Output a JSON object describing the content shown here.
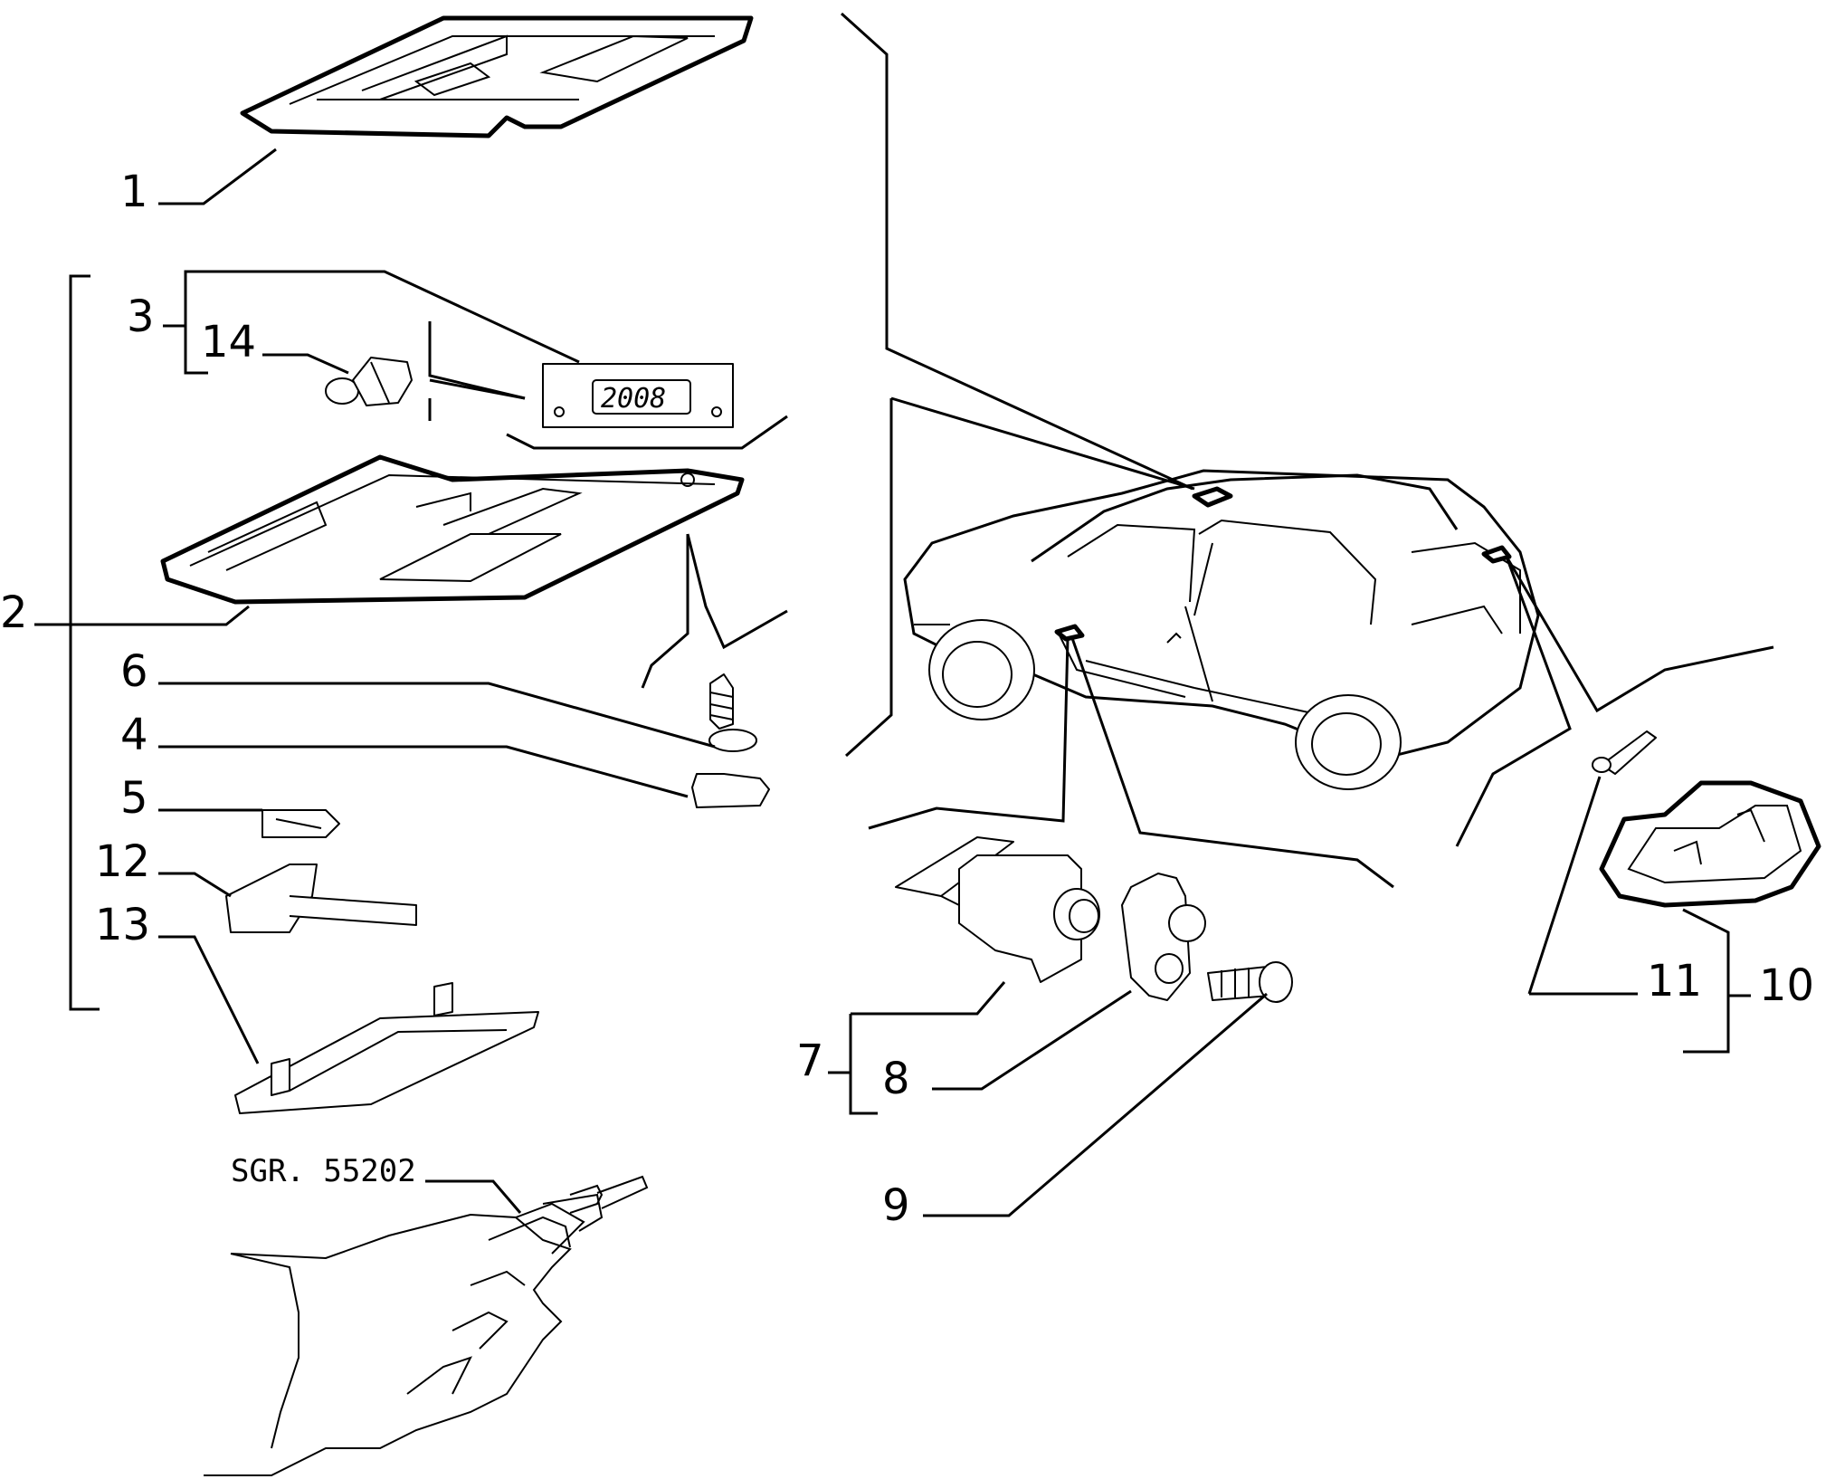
{
  "labels": {
    "l1": "1",
    "l2": "2",
    "l3": "3",
    "l4": "4",
    "l5": "5",
    "l6": "6",
    "l7": "7",
    "l8": "8",
    "l9": "9",
    "l10": "10",
    "l11": "11",
    "l12": "12",
    "l13": "13",
    "l14": "14"
  },
  "display_text": "2008",
  "tool_reference": "SGR. 55202"
}
